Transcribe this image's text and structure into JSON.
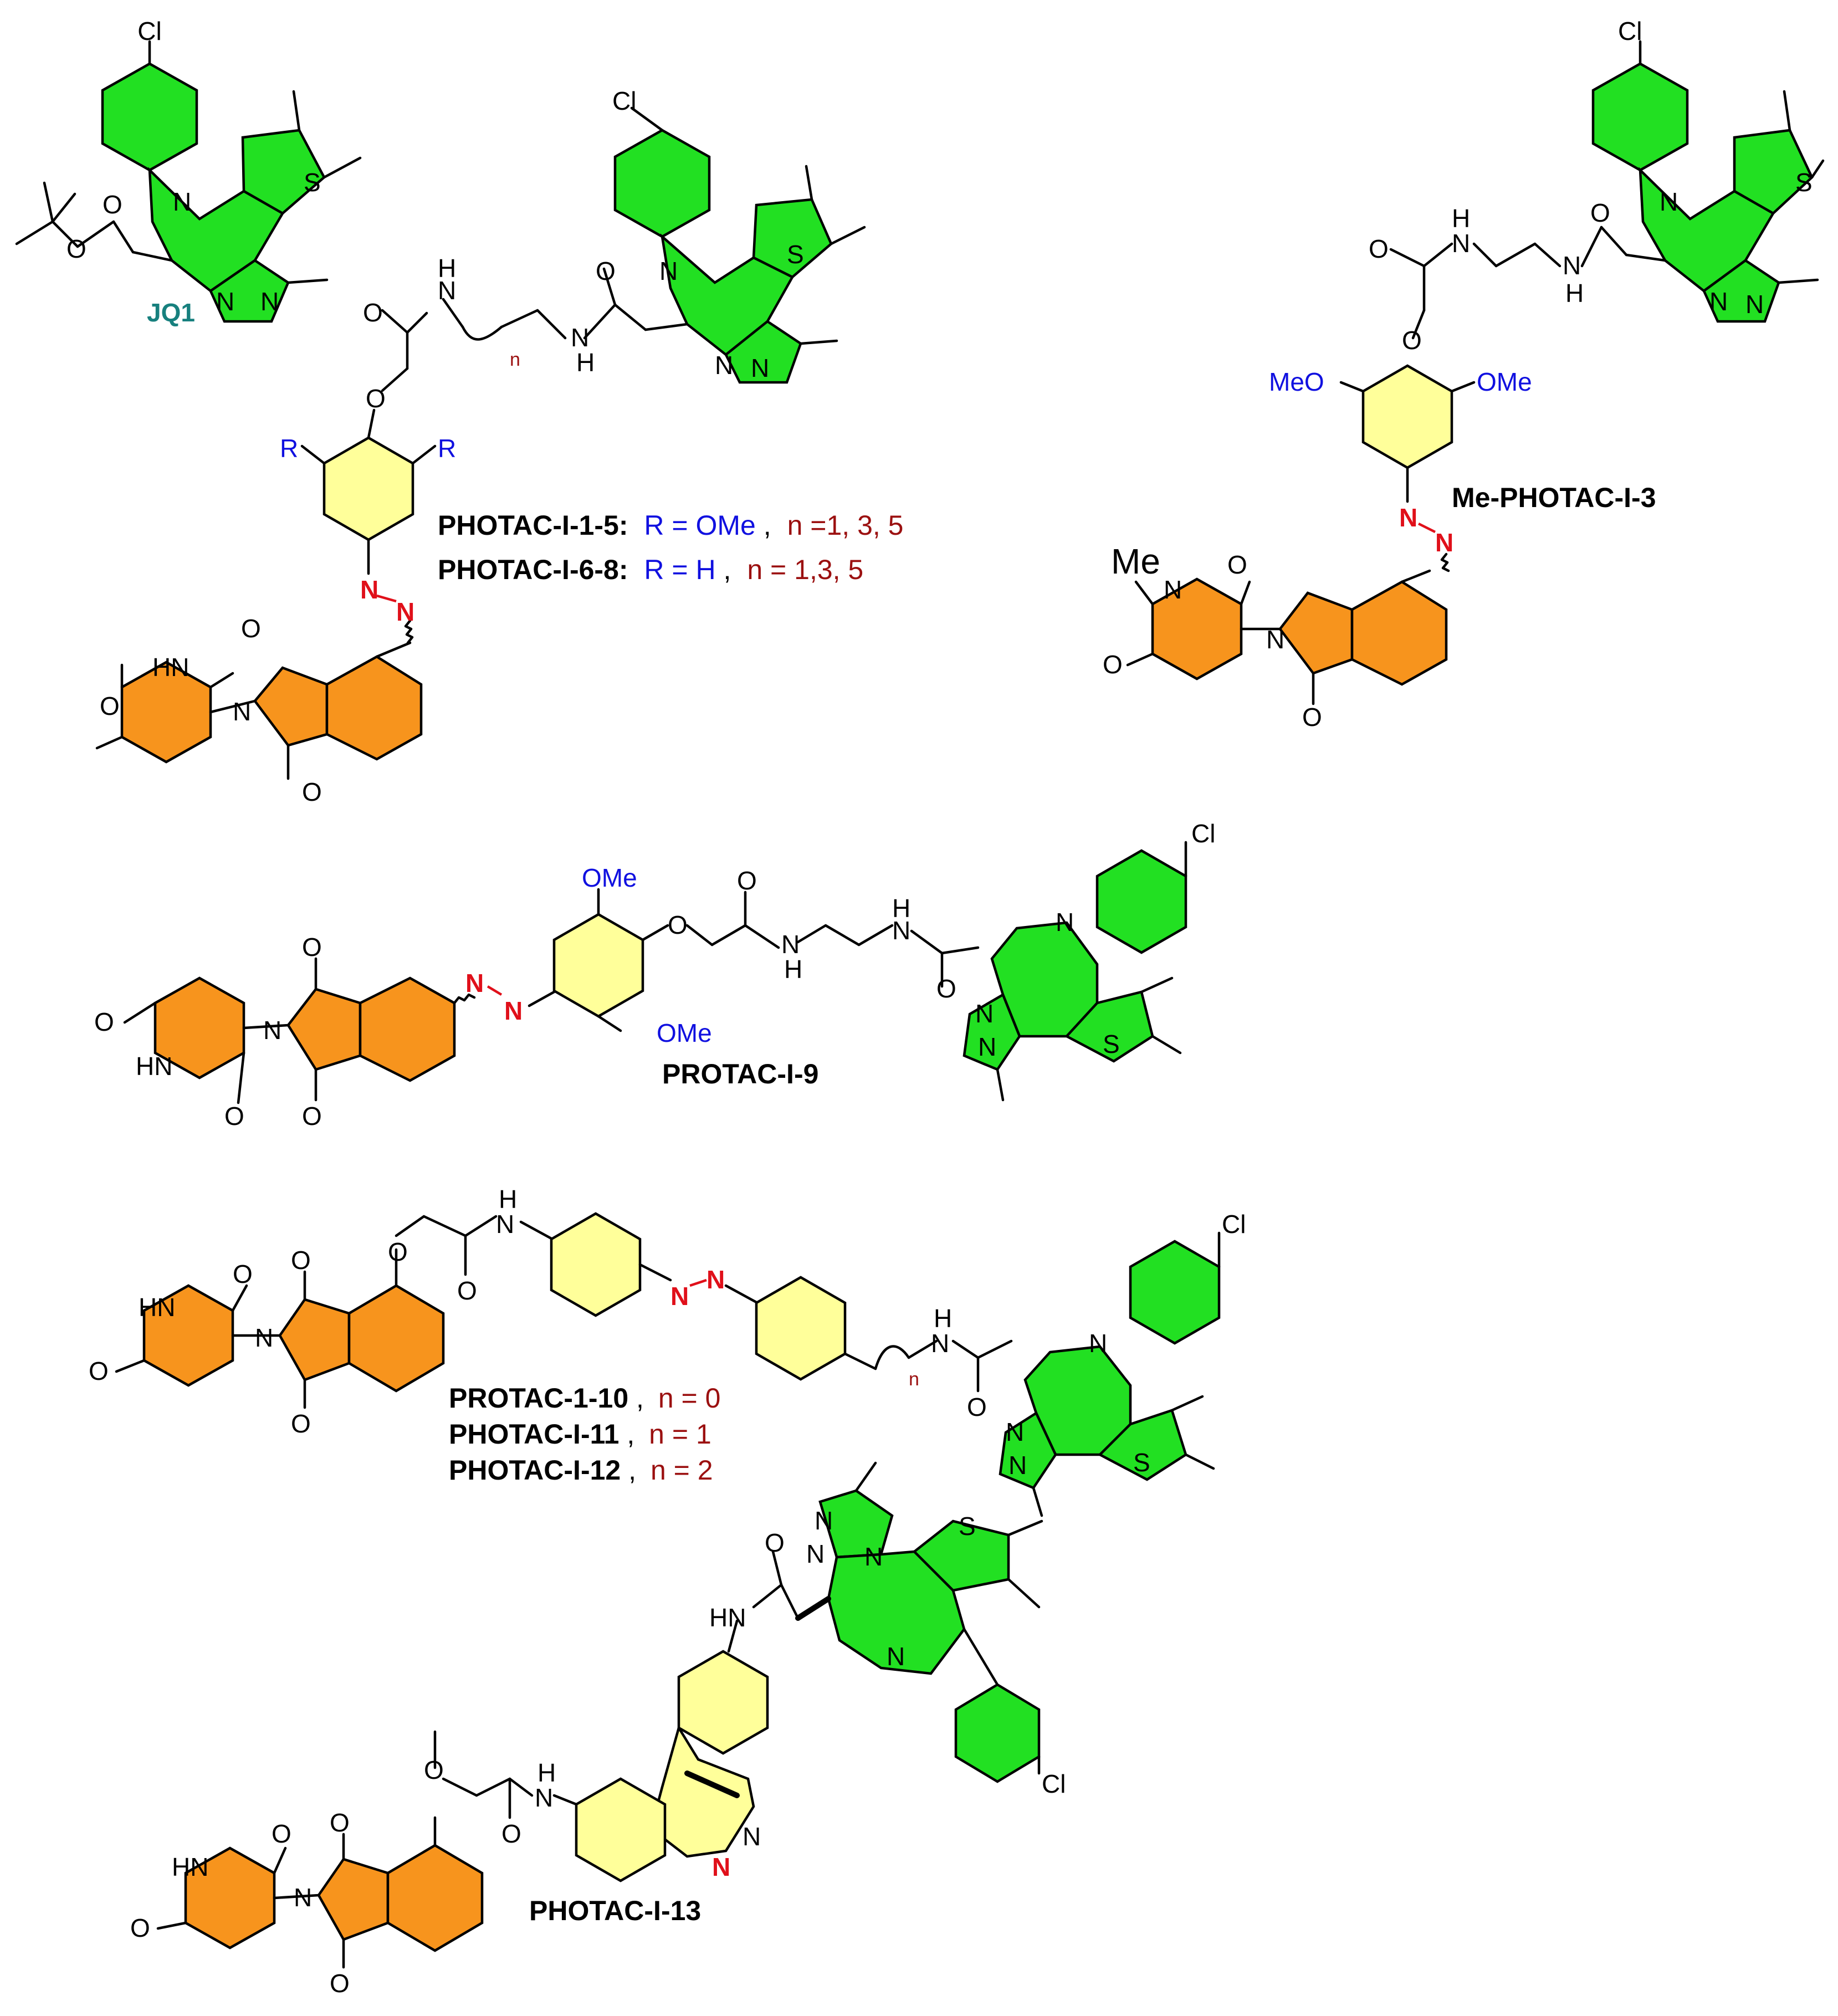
{
  "colors": {
    "warhead_green": "#22e022",
    "linker_yellow": "#ffff9a",
    "e3_orange": "#f7941d",
    "azo_red": "#e0101a",
    "substituent_blue": "#1010e0",
    "index_darkred": "#9b1010",
    "jq1_teal": "#17807e"
  },
  "atoms": {
    "cl": "Cl",
    "s": "S",
    "n": "N",
    "o": "O",
    "nh": "NH",
    "hn": "HN",
    "h": "H",
    "r": "R",
    "ome": "OMe",
    "meo": "MeO",
    "me": "Me",
    "n_index": "n"
  },
  "compounds": {
    "jq1": {
      "name": "JQ1"
    },
    "photac_1_5": {
      "name": "PHOTAC-I-1-5:",
      "r": "R = OMe",
      "n": "n =1, 3, 5",
      "sep": ","
    },
    "photac_6_8": {
      "name": "PHOTAC-I-6-8:",
      "r": "R = H",
      "n": "n = 1,3, 5",
      "sep": ","
    },
    "me_photac_3": {
      "name": "Me-PHOTAC-I-3"
    },
    "protac_9": {
      "name": "PROTAC-I-9"
    },
    "protac_10": {
      "name": "PROTAC-1-10",
      "n": "n = 0",
      "sep": ","
    },
    "photac_11": {
      "name": "PHOTAC-I-11",
      "n": "n = 1",
      "sep": ","
    },
    "photac_12": {
      "name": "PHOTAC-I-12",
      "n": "n = 2",
      "sep": ","
    },
    "photac_13": {
      "name": "PHOTAC-I-13"
    }
  }
}
